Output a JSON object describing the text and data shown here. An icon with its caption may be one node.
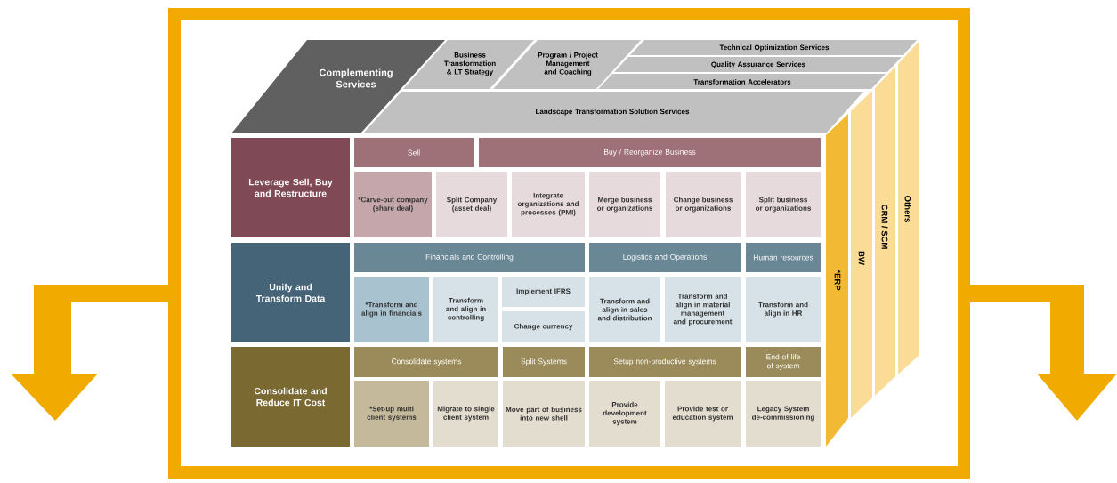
{
  "diagram": {
    "nodes": [
      {
        "text": [
          "Complementing Services"
        ]
      },
      {
        "text": [
          "Business Transformation & LT Strategy"
        ]
      },
      {
        "text": [
          "Program / Project Management and Coaching"
        ]
      },
      {
        "text": [
          "Technical Optimization Services"
        ]
      },
      {
        "text": [
          "Quality Assurance Services"
        ]
      },
      {
        "text": [
          "Transformation Accelerators"
        ]
      },
      {
        "text": [
          "Landscape Transformation Solution Services"
        ]
      },
      {
        "text": [
          "Leverage Sell, Buy and Restructure"
        ]
      },
      {
        "text": [
          "Sell"
        ]
      },
      {
        "text": [
          "Buy / Reorganize Business"
        ]
      },
      {
        "text": [
          "*Carve-out company (share deal)"
        ]
      },
      {
        "text": [
          "Split Company (asset deal)"
        ]
      },
      {
        "text": [
          "Integrate organizations and processes (PMI)"
        ]
      },
      {
        "text": [
          "Merge business or organizations"
        ]
      },
      {
        "text": [
          "Change business or organizations"
        ]
      },
      {
        "text": [
          "Split business or organizations"
        ]
      },
      {
        "text": [
          "Unify and Transform Data"
        ]
      },
      {
        "text": [
          "Financials and Controlling"
        ]
      },
      {
        "text": [
          "Logistics and Operations"
        ]
      },
      {
        "text": [
          "Human resources"
        ]
      },
      {
        "text": [
          "*Transform and align in financials"
        ]
      },
      {
        "text": [
          "Transform and align in controlling"
        ]
      },
      {
        "text": [
          "Implement IFRS"
        ]
      },
      {
        "text": [
          "Change currency"
        ]
      },
      {
        "text": [
          "Transform and align in sales and distribution"
        ]
      },
      {
        "text": [
          "Transform and align in material management and procurement"
        ]
      },
      {
        "text": [
          "Transform and align in HR"
        ]
      },
      {
        "text": [
          "Consolidate and Reduce IT Cost"
        ]
      },
      {
        "text": [
          "Consolidate systems"
        ]
      },
      {
        "text": [
          "Split Systems"
        ]
      },
      {
        "text": [
          "Setup non-productive systems"
        ]
      },
      {
        "text": [
          "End of life of system"
        ]
      },
      {
        "text": [
          "*Set-up multi client systems"
        ]
      },
      {
        "text": [
          "Migrate to single client system"
        ]
      },
      {
        "text": [
          "Move part of business into new shell"
        ]
      },
      {
        "text": [
          "Provide development system"
        ]
      },
      {
        "text": [
          "Provide test or education system"
        ]
      },
      {
        "text": [
          "Legacy System de-commissioning"
        ]
      },
      {
        "text": [
          "*ERP"
        ]
      },
      {
        "text": [
          "BW"
        ]
      },
      {
        "text": [
          "CRM / SCM"
        ]
      },
      {
        "text": [
          "Others"
        ]
      }
    ]
  }
}
